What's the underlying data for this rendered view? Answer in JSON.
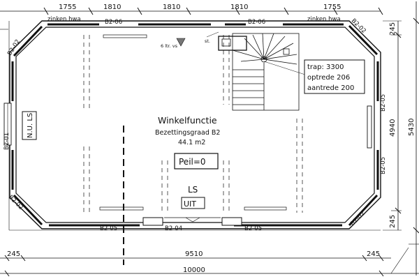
{
  "dimensions": {
    "top": [
      "1755",
      "1810",
      "1810",
      "1810",
      "1755"
    ],
    "bottom_sides_left": "245",
    "bottom_inner": "9510",
    "bottom_sides_right": "245",
    "bottom_total": "10000",
    "right_top": "245",
    "right_middle": "4940",
    "right_bottom": "245",
    "right_total": "5430"
  },
  "walls": {
    "zinken_hwa_left": "zinken hwa",
    "zinken_hwa_right": "zinken hwa",
    "top_left": "B2-06",
    "top_right": "B2-06",
    "corner_top_left": "B2-02",
    "corner_top_right": "B2-02",
    "corner_bottom_left": "B2-02",
    "corner_bottom_right": "B2-02",
    "left_side": "B2-01",
    "right_upper": "B2-05",
    "right_lower": "B2-05",
    "bottom_left": "B2-05",
    "bottom_middle": "B2-04",
    "bottom_right": "B2-05"
  },
  "room": {
    "function": "Winkelfunctie",
    "occupancy": "Bezettingsgraad B2",
    "area": "44.1 m2",
    "level": "Peil=0"
  },
  "equipment": {
    "extinguisher": "6 ltr. vs",
    "st": "st.",
    "nu_ls": "N.U. LS",
    "exit_ls": "LS",
    "exit_uit": "UIT"
  },
  "stair": {
    "line1": "trap: 3300",
    "line2": "optrede 206",
    "line3": "aantrede 200"
  }
}
